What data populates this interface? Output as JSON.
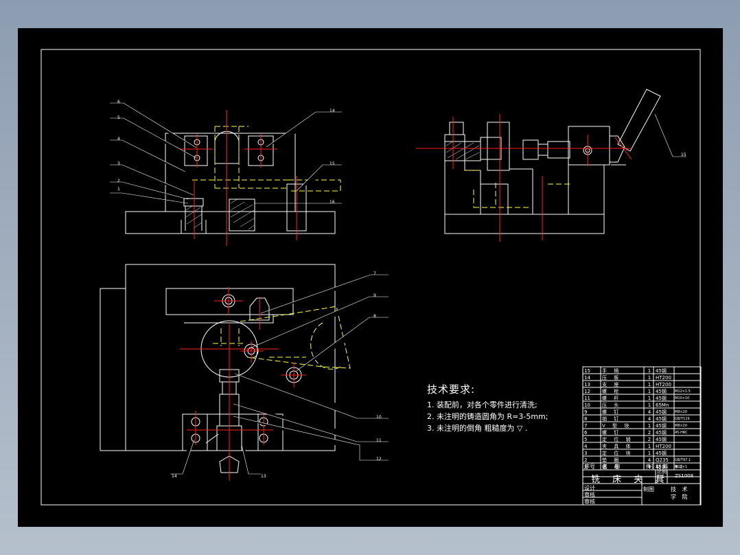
{
  "colors": {
    "frame_bg": "#000000",
    "outline": "#ffffff",
    "center_line": "#ff2020",
    "hidden_line": "#ffff40",
    "window_bg": "#a9b5c3"
  },
  "leader_labels": {
    "front": [
      "6",
      "5",
      "4",
      "3",
      "2",
      "1",
      "14",
      "15",
      "16"
    ],
    "side": [
      "15"
    ],
    "plan": [
      "7",
      "9",
      "8",
      "10",
      "11",
      "12",
      "14",
      "13"
    ]
  },
  "tech_requirements": {
    "title": "技术要求:",
    "items": [
      "1. 装配前，对各个零件进行清洗;",
      "2. 未注明的铸造圆角为 R=3-5mm;",
      "3. 未注明的倒角 粗糙度为 ▽ ."
    ]
  },
  "parts_table": {
    "rows": [
      {
        "no": "15",
        "name": "手 柄",
        "qty": "1",
        "material": "45钢",
        "note": ""
      },
      {
        "no": "14",
        "name": "压 板",
        "qty": "1",
        "material": "HT200",
        "note": ""
      },
      {
        "no": "13",
        "name": "支 座",
        "qty": "1",
        "material": "HT200",
        "note": ""
      },
      {
        "no": "12",
        "name": "螺 栓",
        "qty": "1",
        "material": "45钢",
        "note": "M12×1.5"
      },
      {
        "no": "11",
        "name": "螺 杆",
        "qty": "1",
        "material": "45钢",
        "note": "M10×10"
      },
      {
        "no": "10",
        "name": "压 头",
        "qty": "1",
        "material": "65Mn",
        "note": ""
      },
      {
        "no": "9",
        "name": "螺 钉",
        "qty": "4",
        "material": "45钢",
        "note": "M8×20"
      },
      {
        "no": "8",
        "name": "销 钉",
        "qty": "4",
        "material": "45钢",
        "note": "GB/T119"
      },
      {
        "no": "7",
        "name": "V 型 块",
        "qty": "1",
        "material": "45钢",
        "note": "M8×20"
      },
      {
        "no": "6",
        "name": "螺 钉",
        "qty": "2",
        "material": "45钢",
        "note": "45-HRC"
      },
      {
        "no": "5",
        "name": "定 位 销",
        "qty": "2",
        "material": "45钢",
        "note": ""
      },
      {
        "no": "4",
        "name": "夹 具 体",
        "qty": "1",
        "material": "HT200",
        "note": ""
      },
      {
        "no": "3",
        "name": "定 位 块",
        "qty": "1",
        "material": "45钢",
        "note": ""
      },
      {
        "no": "2",
        "name": "垫 圈",
        "qty": "4",
        "material": "Q235",
        "note": "GB/T97.1"
      },
      {
        "no": "1",
        "name": "螺 母",
        "qty": "4",
        "material": "45钢",
        "note": "M12×1"
      }
    ],
    "header": {
      "no": "序号",
      "name": "名 称",
      "qty": "件数",
      "material": "材 料",
      "note": "备 注"
    }
  },
  "title_block": {
    "drawing_name": "铣 床 夹 具",
    "scale_label": "比例",
    "scale_value": "1:1",
    "drawing_code": "ZS1008",
    "signatures": [
      "设计",
      "审核",
      "审核"
    ],
    "unit": "制图",
    "school": "技 术 学 院"
  }
}
